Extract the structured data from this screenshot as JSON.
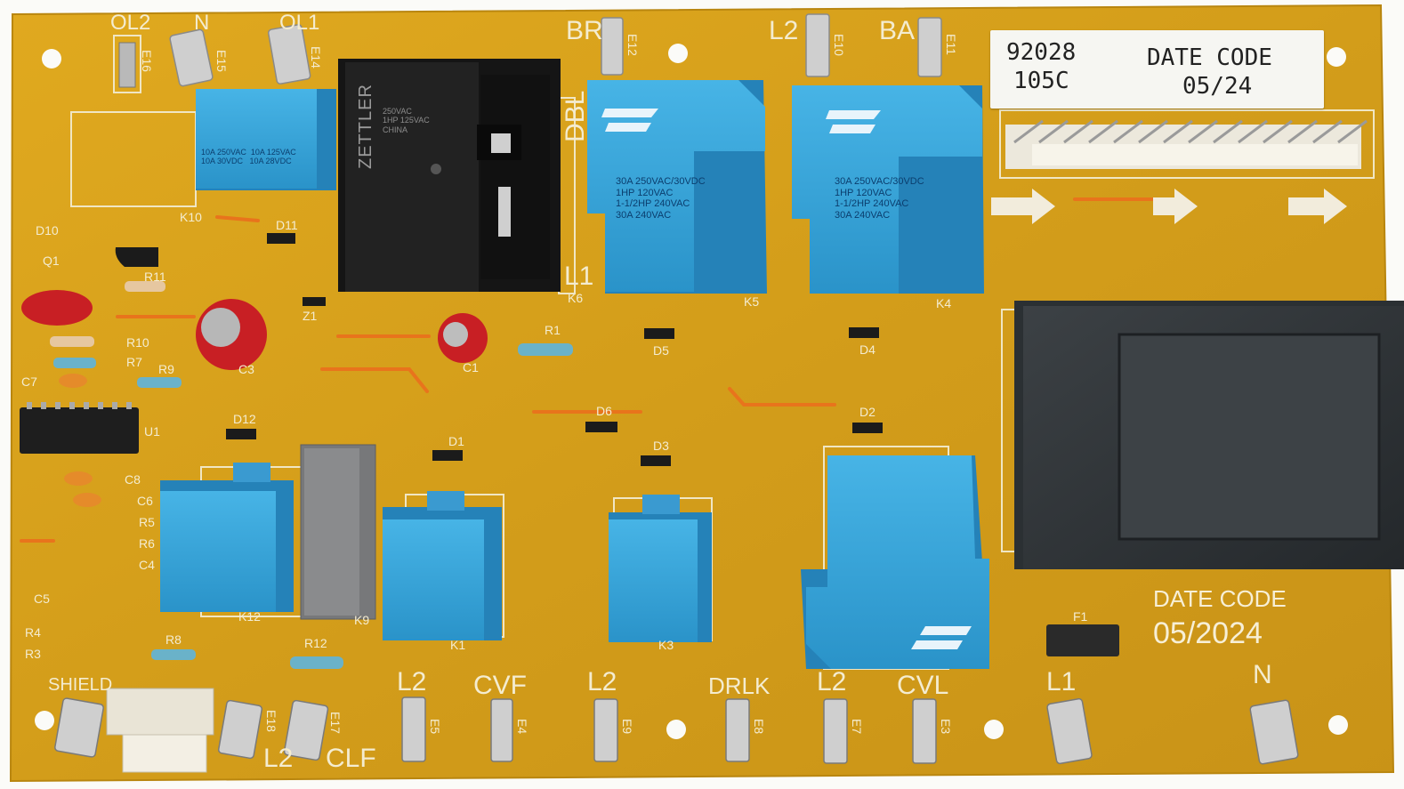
{
  "label": {
    "part_number": "92028",
    "revision": "105C",
    "date_code_title": "DATE CODE",
    "date_code_value": "05/24"
  },
  "silkscreen": {
    "date_code_title": "DATE CODE",
    "date_code_value": "05/2024",
    "top_connectors": [
      "OL2",
      "N",
      "OL1",
      "BR",
      "L2",
      "BA"
    ],
    "bottom_connectors": [
      "SHIELD",
      "L2",
      "CLF",
      "L2",
      "CVF",
      "L2",
      "DRLK",
      "L2",
      "CVL",
      "L1",
      "N"
    ],
    "terminal_ids": [
      "E16",
      "E15",
      "E14",
      "E12",
      "E10",
      "E11",
      "E18",
      "E17",
      "E5",
      "E4",
      "E9",
      "E8",
      "E7",
      "E3"
    ],
    "relay_refs": [
      "K10",
      "K6",
      "K5",
      "K4",
      "K12",
      "K1",
      "K3",
      "K9"
    ],
    "left_refs": [
      "D10",
      "Q1",
      "R11",
      "D11",
      "Z1",
      "R10",
      "R7",
      "C7",
      "R9",
      "C3",
      "U1",
      "D12",
      "C8",
      "C6",
      "R5",
      "R6",
      "C4",
      "C5",
      "R4",
      "R3",
      "R8",
      "R12"
    ],
    "center_refs": [
      "C1",
      "R1",
      "D5",
      "D4",
      "D6",
      "D2",
      "D1",
      "D3",
      "F1"
    ],
    "k6_pins": [
      "DBL",
      "L1"
    ]
  },
  "relays": {
    "large_text": "30A 250VAC/30VDC\n1HP 120VAC\n1-1/2HP 240VAC\n30A 240VAC",
    "small_text": "10A 250VAC  10A 125VAC\n10A 30VDC   10A 28VDC",
    "zettler_brand": "ZETTLER",
    "zettler_text": "250VAC\n1HP 125VAC\nCHINA"
  },
  "colors": {
    "board": "#d9a21c",
    "relay_blue": "#3aa7dc",
    "black_relay": "#1c1c1c",
    "transformer": "#2f3438",
    "silkscreen": "#f4ecd0",
    "trace": "#e8741c"
  }
}
